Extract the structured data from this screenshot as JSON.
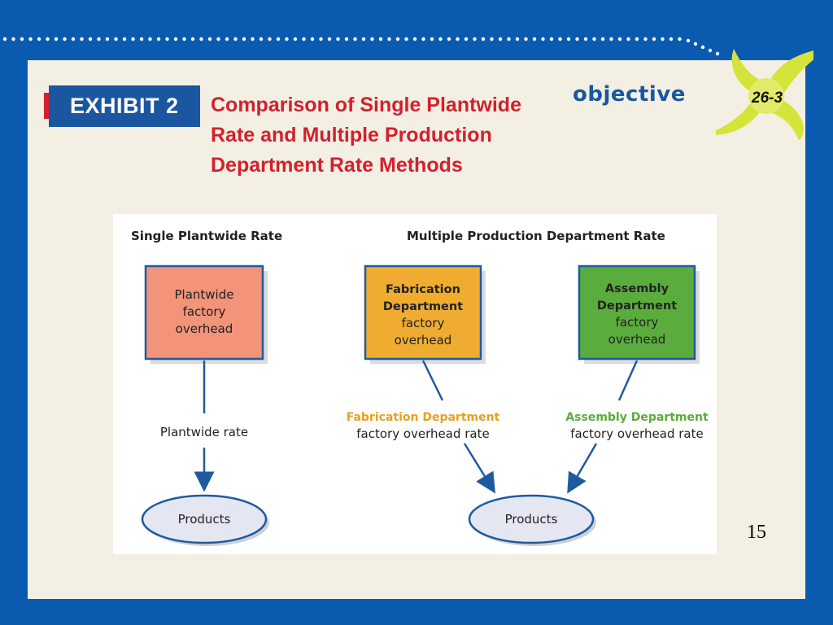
{
  "slide": {
    "exhibit_label": "EXHIBIT 2",
    "title": "Comparison of Single Plantwide Rate and Multiple Production Department Rate Methods",
    "objective_label": "objective",
    "objective_number": "26-3",
    "page_number": "15"
  },
  "diagram": {
    "single_heading": "Single Plantwide Rate",
    "multiple_heading": "Multiple Production Department Rate",
    "plantwide_box": [
      "Plantwide",
      "factory",
      "overhead"
    ],
    "fabrication_box": {
      "bold": [
        "Fabrication",
        "Department"
      ],
      "normal": [
        "factory",
        "overhead"
      ]
    },
    "assembly_box": {
      "bold": [
        "Assembly",
        "Department"
      ],
      "normal": [
        "factory",
        "overhead"
      ]
    },
    "plantwide_rate_label": "Plantwide rate",
    "fabrication_rate_label": {
      "colored": "Fabrication Department",
      "normal": "factory overhead rate"
    },
    "assembly_rate_label": {
      "colored": "Assembly Department",
      "normal": "factory overhead rate"
    },
    "products_left": "Products",
    "products_right": "Products",
    "colors": {
      "plantwide_fill": "#f2937a",
      "fabrication_fill": "#efac31",
      "assembly_fill": "#5aac3c",
      "fabrication_text": "#e8a020",
      "assembly_text": "#5aac3c",
      "arrow": "#1f5a9e",
      "ellipse_fill": "#e4e7f1"
    }
  }
}
